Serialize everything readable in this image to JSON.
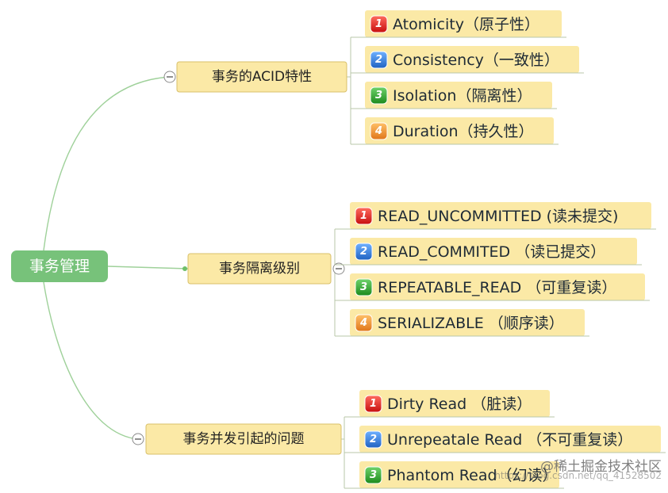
{
  "root": {
    "label": "事务管理"
  },
  "branches": [
    {
      "label": "事务的ACID特性",
      "items": [
        {
          "num": "1",
          "label": "Atomicity（原子性）"
        },
        {
          "num": "2",
          "label": "Consistency（一致性）"
        },
        {
          "num": "3",
          "label": "Isolation（隔离性）"
        },
        {
          "num": "4",
          "label": "Duration（持久性）"
        }
      ]
    },
    {
      "label": "事务隔离级别",
      "items": [
        {
          "num": "1",
          "label": "READ_UNCOMMITTED (读未提交)"
        },
        {
          "num": "2",
          "label": "READ_COMMITED （读已提交）"
        },
        {
          "num": "3",
          "label": "REPEATABLE_READ （可重复读）"
        },
        {
          "num": "4",
          "label": "SERIALIZABLE （顺序读）"
        }
      ]
    },
    {
      "label": "事务并发引起的问题",
      "items": [
        {
          "num": "1",
          "label": "Dirty Read （脏读）"
        },
        {
          "num": "2",
          "label": "Unrepeatale Read （不可重复读）"
        },
        {
          "num": "3",
          "label": "Phantom Read（幻读）"
        }
      ]
    }
  ],
  "colors": {
    "root_fill": "#77c27a",
    "branch_fill": "#fbe9a6",
    "branch_stroke": "#d8c06a",
    "connector": "#9fd19a",
    "badge_1": "#e02020",
    "badge_2": "#2f80d8",
    "badge_3": "#2ea52e",
    "badge_4": "#f0922c"
  },
  "watermark": {
    "main": "@稀土掘金技术社区",
    "sub": "https://blog.csdn.net/qq_41528502"
  }
}
